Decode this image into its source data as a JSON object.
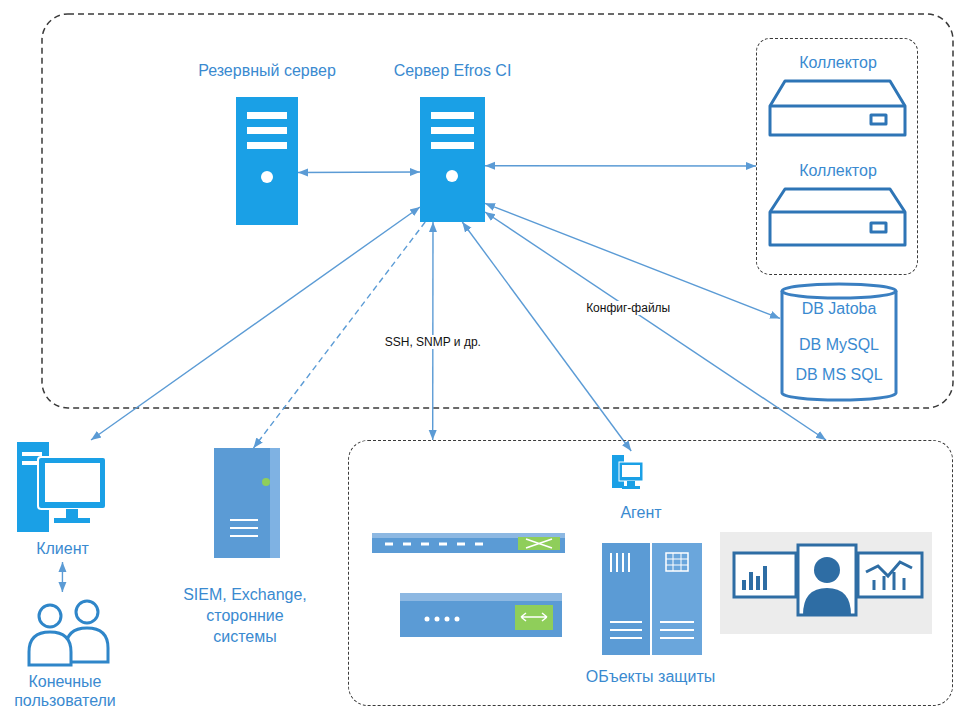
{
  "diagram": {
    "nodes": [
      {
        "text": [
          "Резервный сервер"
        ]
      },
      {
        "text": [
          "Сервер Efros CI"
        ]
      },
      {
        "text": []
      },
      {
        "text": [
          "Коллектор"
        ],
        "in": 2
      },
      {
        "text": [
          "Коллектор"
        ],
        "in": 2
      },
      {
        "text": [
          "DB Jatoba",
          "DB MySQL",
          "DB MS SQL"
        ]
      },
      {
        "text": [
          "Клиент"
        ]
      },
      {
        "text": [
          "SIEM, Exchange, сторонние системы"
        ]
      },
      {
        "text": [
          "ОБъекты защиты"
        ]
      },
      {
        "text": [
          "Агент"
        ],
        "in": 8
      },
      {
        "text": [
          "Конечные пользователи"
        ]
      }
    ],
    "edges": [
      {
        "from": 0,
        "to": 1,
        "arrow": "both"
      },
      {
        "from": 1,
        "to": 2,
        "arrow": "both"
      },
      {
        "from": 1,
        "to": 5,
        "arrow": "both"
      },
      {
        "from": 1,
        "to": 6,
        "arrow": "both"
      },
      {
        "from": 1,
        "to": 7,
        "arrow": "to"
      },
      {
        "from": 1,
        "to": 8,
        "label": "SSH, SNMP и др.",
        "arrow": "both"
      },
      {
        "from": 1,
        "to": 9,
        "arrow": "both"
      },
      {
        "from": 1,
        "to": 8,
        "label": "Конфиг-файлы",
        "arrow": "both"
      },
      {
        "from": 6,
        "to": 10,
        "arrow": "both"
      }
    ]
  }
}
